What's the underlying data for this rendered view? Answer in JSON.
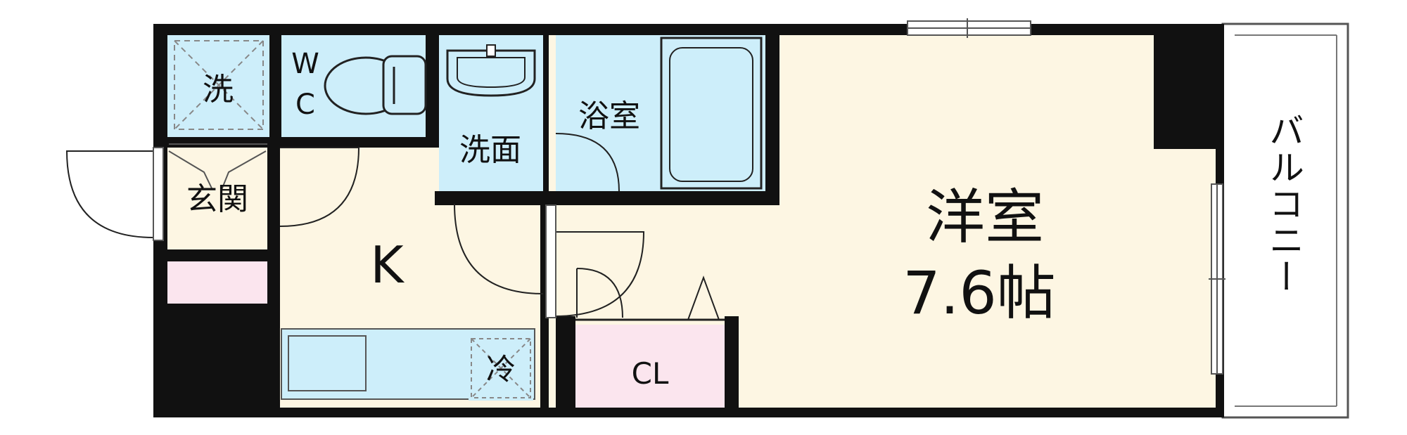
{
  "rooms": {
    "washer": "洗",
    "wc_w": "W",
    "wc_c": "C",
    "washroom": "洗面",
    "bathroom": "浴室",
    "entrance": "玄関",
    "kitchen": "K",
    "fridge": "冷",
    "closet": "CL",
    "western_room": "洋室",
    "western_room_size": "7.6帖",
    "balcony": "バルコニー"
  },
  "colors": {
    "wall": "#111111",
    "wet_area": "#cdeefa",
    "living_floor": "#fdf6e3",
    "storage": "#fbe5ee",
    "entrance_floor": "#fdf6e3"
  }
}
